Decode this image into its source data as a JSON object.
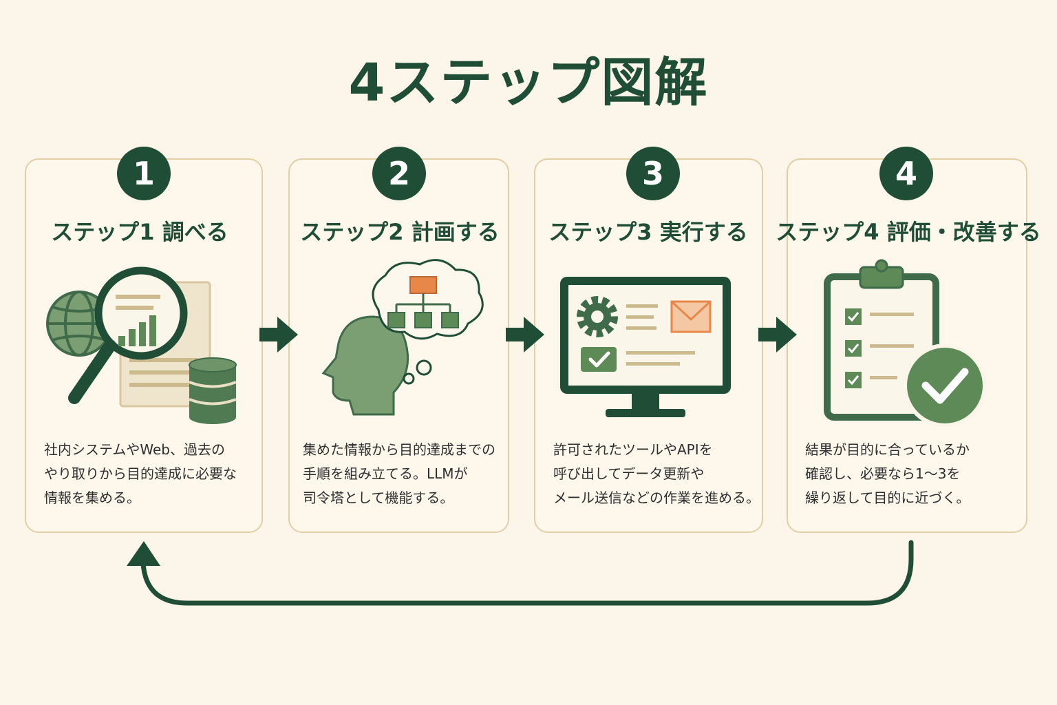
{
  "title": "4ステップ図解",
  "steps": [
    {
      "number": "1",
      "title": "ステップ1 調べる",
      "description": "社内システムやWeb、過去の\nやり取りから目的達成に必要な\n情報を集める。"
    },
    {
      "number": "2",
      "title": "ステップ2 計画する",
      "description": "集めた情報から目的達成までの\n手順を組み立てる。LLMが\n司令塔として機能する。"
    },
    {
      "number": "3",
      "title": "ステップ3 実行する",
      "description": "許可されたツールやAPIを\n呼び出してデータ更新や\nメール送信などの作業を進める。"
    },
    {
      "number": "4",
      "title": "ステップ4 評価・改善する",
      "description": "結果が目的に合っているか\n確認し、必要なら1〜3を\n繰り返して目的に近づく。"
    }
  ],
  "colors": {
    "primary": "#1f4d35",
    "secondary": "#5e8a58",
    "accent": "#e8874a",
    "card_border": "#e2cfa6",
    "background": "#fcf5e9"
  },
  "icons": [
    "globe-icon",
    "magnifier-icon",
    "document-icon",
    "database-icon",
    "head-icon",
    "thought-bubble-icon",
    "flowchart-icon",
    "monitor-icon",
    "gear-icon",
    "mail-icon",
    "checkbox-icon",
    "clipboard-icon",
    "check-circle-icon",
    "arrow-right-icon",
    "loop-arrow-icon"
  ]
}
